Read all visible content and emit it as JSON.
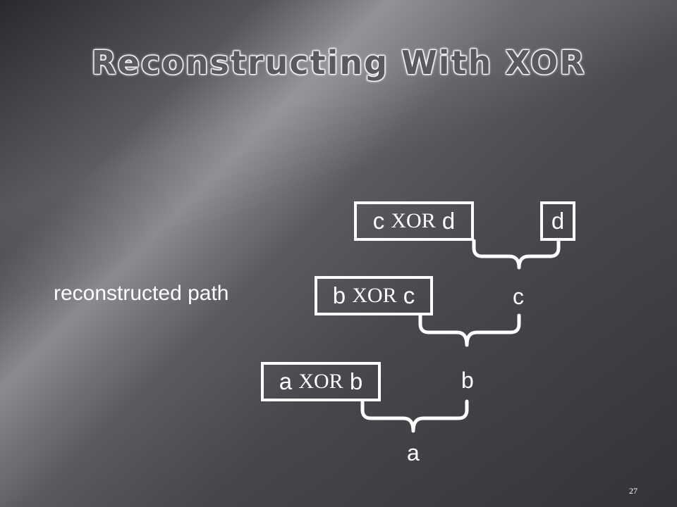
{
  "slide": {
    "title": "Reconstructing With XOR",
    "side_label": "reconstructed path",
    "page_number": "27"
  },
  "boxes": {
    "cd": {
      "left": "c",
      "op": "XOR",
      "right": "d"
    },
    "d": {
      "text": "d"
    },
    "bc": {
      "left": "b",
      "op": "XOR",
      "right": "c"
    },
    "ab": {
      "left": "a",
      "op": "XOR",
      "right": "b"
    }
  },
  "results": {
    "c": "c",
    "b": "b",
    "a": "a"
  },
  "colors": {
    "foreground": "#ffffff",
    "title_text": "#5a5a5e"
  }
}
